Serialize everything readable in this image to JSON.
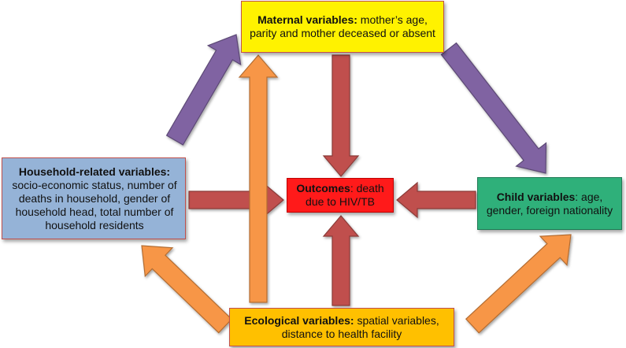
{
  "nodes": {
    "maternal": {
      "title": "Maternal variables:",
      "text": " mother’s age, parity and mother deceased or absent"
    },
    "household": {
      "title": "Household-related variables:",
      "text": " socio-economic status, number of deaths in household, gender of household head, total number of household residents"
    },
    "outcomes": {
      "title": "Outcomes",
      "text": ": death due to HIV/TB"
    },
    "child": {
      "title": "Child variables",
      "text": ": age, gender, foreign nationality"
    },
    "ecological": {
      "title": "Ecological variables:",
      "text": " spatial variables, distance to health facility"
    }
  },
  "colors": {
    "maternal_fill": "#fff200",
    "household_fill": "#95b3d7",
    "outcomes_fill": "#ff1a1a",
    "child_fill": "#2fb07a",
    "ecological_fill": "#ffc000",
    "red_arrow": "#c0504d",
    "purple_arrow": "#8064a2",
    "orange_arrow": "#f79646"
  },
  "edges": [
    {
      "from": "maternal",
      "to": "outcomes",
      "color": "red"
    },
    {
      "from": "household",
      "to": "outcomes",
      "color": "red"
    },
    {
      "from": "child",
      "to": "outcomes",
      "color": "red"
    },
    {
      "from": "ecological",
      "to": "outcomes",
      "color": "red"
    },
    {
      "from": "household",
      "to": "maternal",
      "color": "purple"
    },
    {
      "from": "maternal",
      "to": "child",
      "color": "purple"
    },
    {
      "from": "ecological",
      "to": "maternal",
      "color": "orange"
    },
    {
      "from": "ecological",
      "to": "household",
      "color": "orange"
    },
    {
      "from": "ecological",
      "to": "child",
      "color": "orange"
    }
  ]
}
